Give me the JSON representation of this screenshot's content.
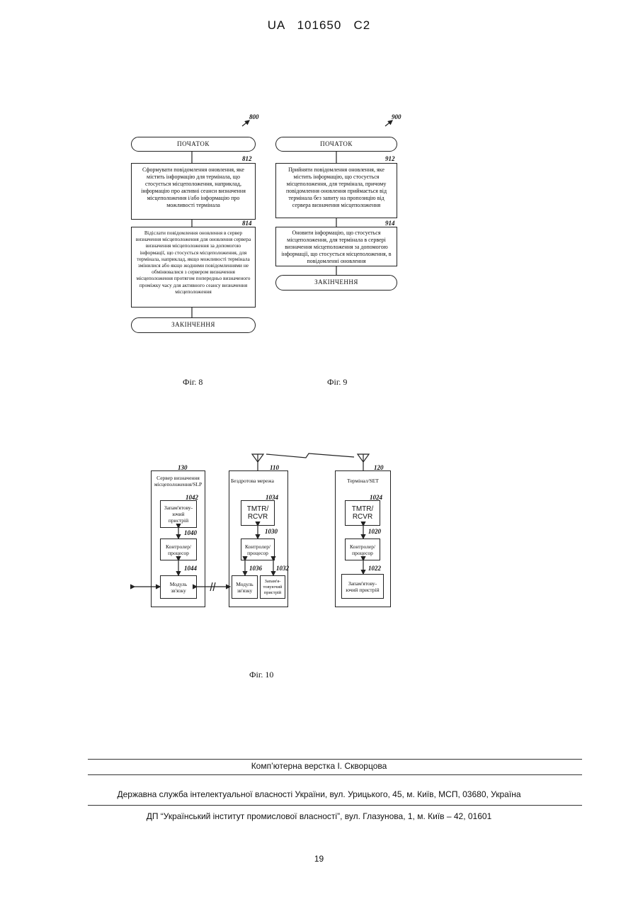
{
  "header": {
    "patent_number": "UA   101650   C2"
  },
  "fig8": {
    "ref": "800",
    "start": "ПОЧАТОК",
    "step1_ref": "812",
    "step1": "Сформувати повідомлення оновлення, яке містить інформацію для термінала, що стосується місцеположення, наприклад, інформацію про активні сеанси визначення місцеположення і/або інформацію про можливості термінала",
    "step2_ref": "814",
    "step2": "Відіслати повідомлення оновлення в сервер визначення місцеположення для оновлення сервера визначення місцеположення за допомогою інформації, що стосується місцеположення, для термінала, наприклад, якщо можливості термінала змінилися або якщо жодними повідомленнями не обмінювалися з сервером визначення місцеположення протягом попередньо визначеного проміжку часу для активного сеансу визначення місцеположення",
    "end": "ЗАКІНЧЕННЯ",
    "caption": "Фіг. 8"
  },
  "fig9": {
    "ref": "900",
    "start": "ПОЧАТОК",
    "step1_ref": "912",
    "step1": "Прийняти повідомлення оновлення, яке містить інформацію, що стосується місцеположення, для термінала, причому повідомлення оновлення приймається від термінала без запиту на пропозицію від сервера визначення місцеположення",
    "step2_ref": "914",
    "step2": "Оновити інформацію, що стосується місцеположення, для термінала в сервері визначення місцеположення за допомогою інформації, що стосується місцеположення, в повідомленні оновлення",
    "end": "ЗАКІНЧЕННЯ",
    "caption": "Фіг. 9"
  },
  "fig10": {
    "server": {
      "ref": "130",
      "title": "Сервер визначення місцеположення/SLP",
      "memory_ref": "1042",
      "memory": "Запам'ятову-ючий пристрій",
      "controller_ref": "1040",
      "controller": "Контролер/ процесор",
      "comm_ref": "1044",
      "comm": "Модуль зв'язку"
    },
    "network": {
      "ref": "110",
      "title": "Бездротова мережа",
      "tmtr_ref": "1034",
      "tmtr": "TMTR/ RCVR",
      "controller_ref": "1030",
      "controller": "Контролер/ процесор",
      "comm_ref": "1036",
      "comm": "Модуль зв'язку",
      "memory_ref": "1032",
      "memory": "Запам'я-товуючий пристрій"
    },
    "terminal": {
      "ref": "120",
      "title": "Термінал/SET",
      "tmtr_ref": "1024",
      "tmtr": "TMTR/ RCVR",
      "controller_ref": "1020",
      "controller": "Контролер/ процесор",
      "memory_ref": "1022",
      "memory": "Запам'ятову-ючий пристрій"
    },
    "caption": "Фіг. 10"
  },
  "footer": {
    "layout": "Комп’ютерна верстка І. Скворцова",
    "service": "Державна служба інтелектуальної власності України, вул. Урицького, 45, м. Київ, МСП, 03680, Україна",
    "institute": "ДП “Український інститут промислової власності”, вул. Глазунова, 1, м. Київ – 42, 01601",
    "page_number": "19"
  }
}
